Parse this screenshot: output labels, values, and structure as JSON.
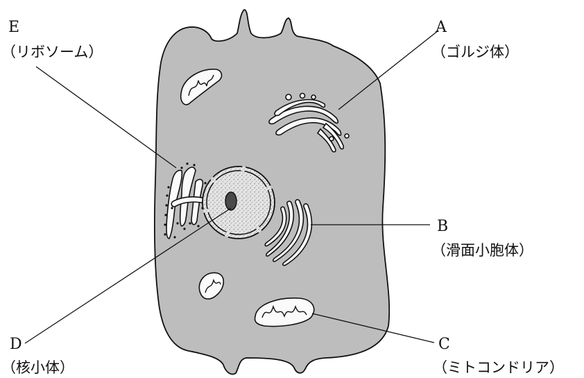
{
  "labels": {
    "A": {
      "letter": "A",
      "name": "（ゴルジ体）"
    },
    "B": {
      "letter": "B",
      "name": "（滑面小胞体）"
    },
    "C": {
      "letter": "C",
      "name": "（ミトコンドリア）"
    },
    "D": {
      "letter": "D",
      "name": "（核小体）"
    },
    "E": {
      "letter": "E",
      "name": "（リボソーム）"
    }
  },
  "colors": {
    "cytoplasm": "#bdbdbd",
    "nucleus": "#e2e2e2",
    "outline": "#111111"
  }
}
